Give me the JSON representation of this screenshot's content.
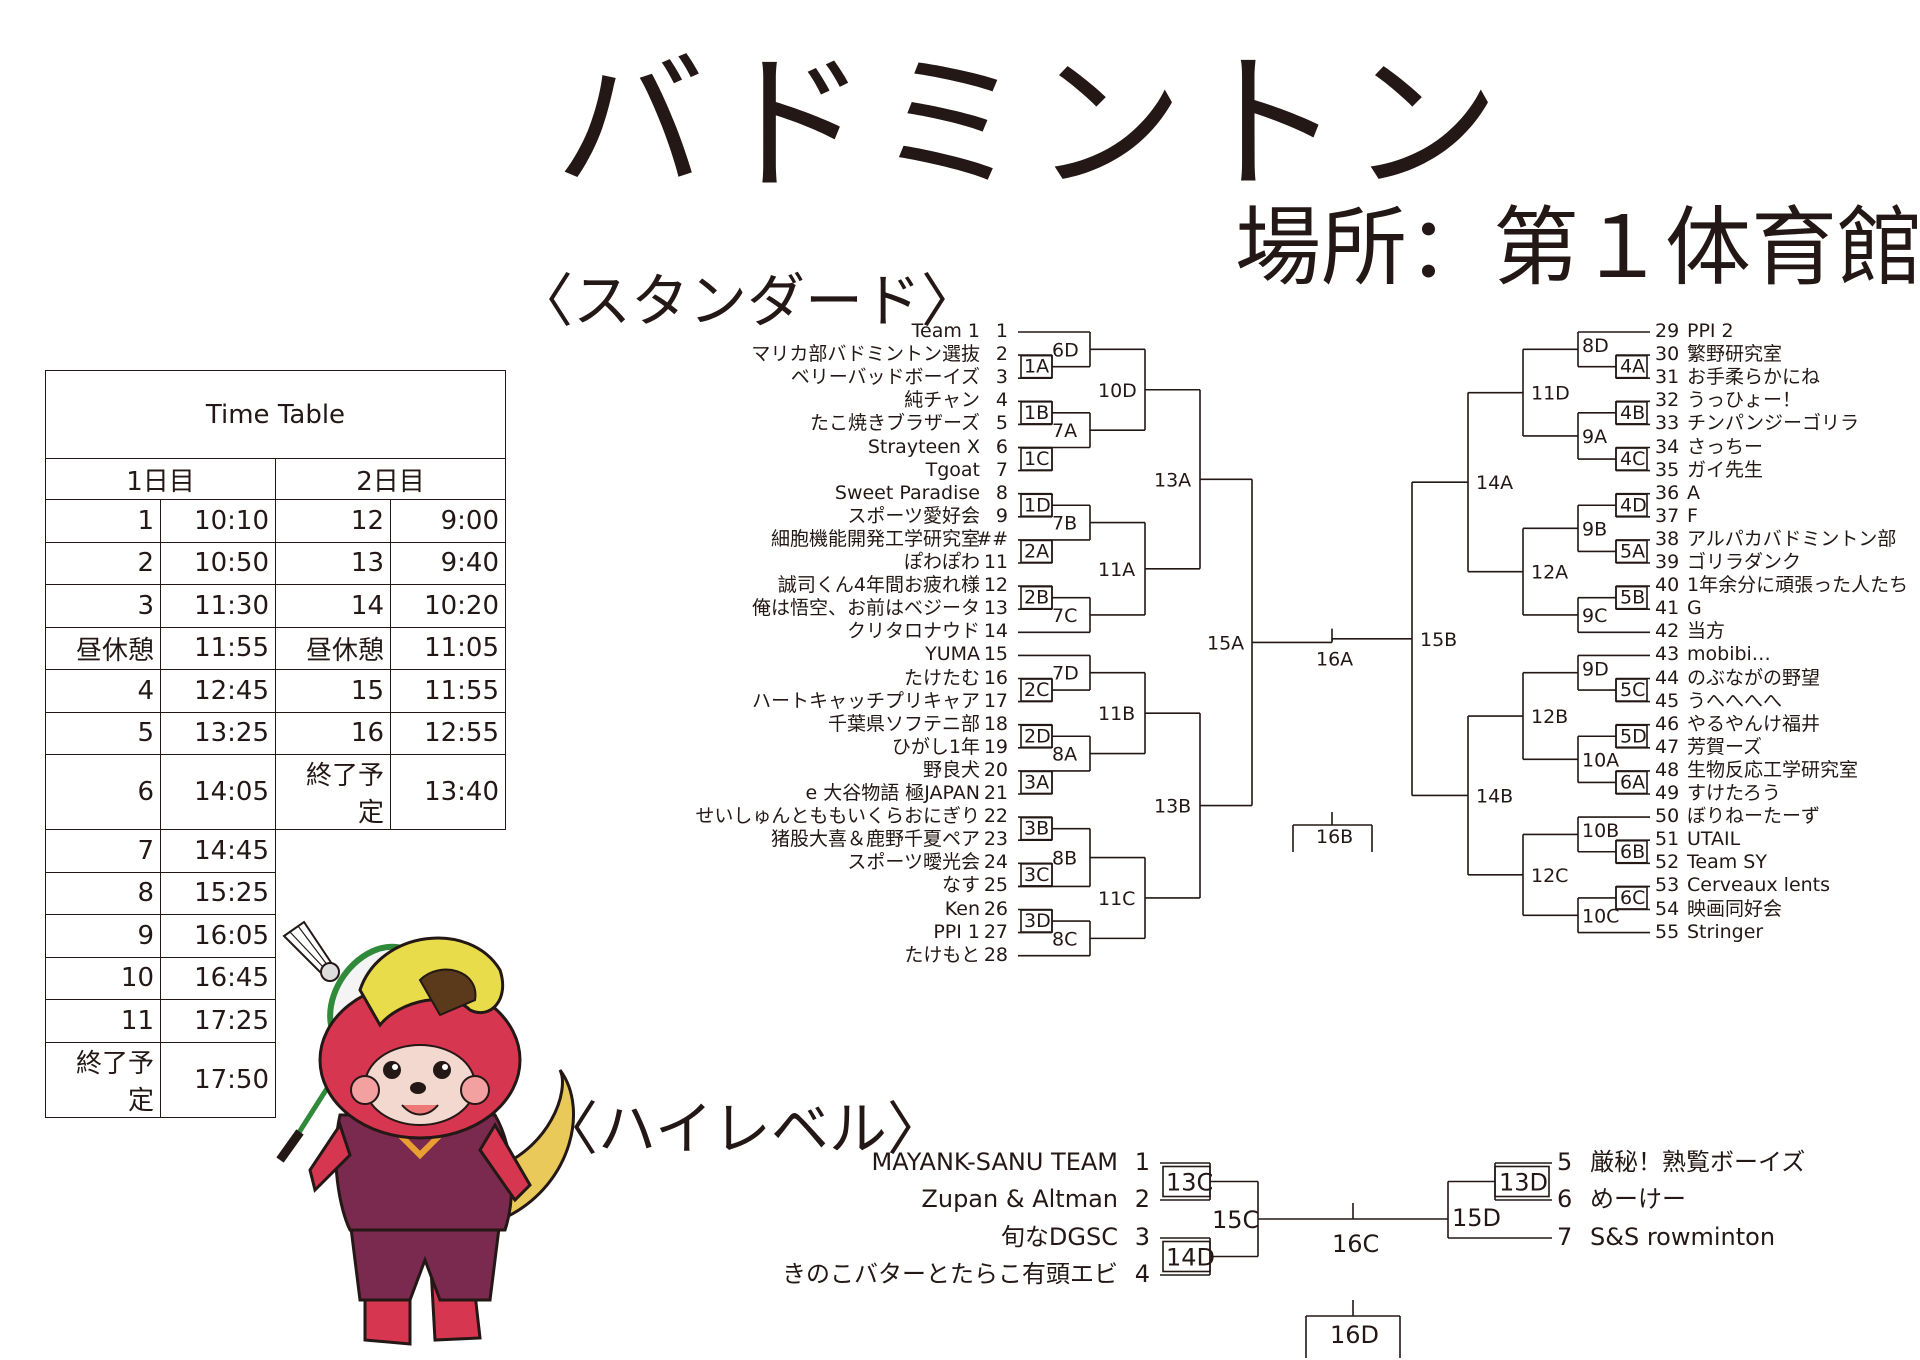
{
  "title": "バドミントン",
  "venue": "場所：第１体育館",
  "standard_title": "〈スタンダード〉",
  "highlevel_title": "〈ハイレベル〉",
  "timetable": {
    "heading": "Time Table",
    "day1": "1日目",
    "day2": "2日目",
    "rows": [
      {
        "a": "1",
        "b": "10:10",
        "c": "12",
        "d": "9:00"
      },
      {
        "a": "2",
        "b": "10:50",
        "c": "13",
        "d": "9:40"
      },
      {
        "a": "3",
        "b": "11:30",
        "c": "14",
        "d": "10:20"
      },
      {
        "a": "昼休憩",
        "b": "11:55",
        "c": "昼休憩",
        "d": "11:05"
      },
      {
        "a": "4",
        "b": "12:45",
        "c": "15",
        "d": "11:55"
      },
      {
        "a": "5",
        "b": "13:25",
        "c": "16",
        "d": "12:55"
      },
      {
        "a": "6",
        "b": "14:05",
        "c": "終了予定",
        "d": "13:40"
      },
      {
        "a": "7",
        "b": "14:45"
      },
      {
        "a": "8",
        "b": "15:25"
      },
      {
        "a": "9",
        "b": "16:05"
      },
      {
        "a": "10",
        "b": "16:45"
      },
      {
        "a": "11",
        "b": "17:25"
      },
      {
        "a": "終了予定",
        "b": "17:50"
      }
    ]
  },
  "standard_left": [
    {
      "name": "Team 1",
      "seed": "1"
    },
    {
      "name": "マリカ部バドミントン選抜",
      "seed": "2"
    },
    {
      "name": "ベリーバッドボーイズ",
      "seed": "3"
    },
    {
      "name": "純チャン",
      "seed": "4"
    },
    {
      "name": "たこ焼きブラザーズ",
      "seed": "5"
    },
    {
      "name": "Strayteen X",
      "seed": "6"
    },
    {
      "name": "Tgoat",
      "seed": "7"
    },
    {
      "name": "Sweet Paradise",
      "seed": "8"
    },
    {
      "name": "スポーツ愛好会",
      "seed": "9"
    },
    {
      "name": "細胞機能開発工学研究室",
      "seed": "##"
    },
    {
      "name": "ぽわぽわ",
      "seed": "11"
    },
    {
      "name": "誠司くん4年間お疲れ様",
      "seed": "12"
    },
    {
      "name": "俺は悟空、お前はベジータ",
      "seed": "13"
    },
    {
      "name": "クリタロナウド",
      "seed": "14"
    },
    {
      "name": "YUMA",
      "seed": "15"
    },
    {
      "name": "たけたむ",
      "seed": "16"
    },
    {
      "name": "ハートキャッチプリキャア",
      "seed": "17"
    },
    {
      "name": "千葉県ソフテニ部",
      "seed": "18"
    },
    {
      "name": "ひがし1年",
      "seed": "19"
    },
    {
      "name": "野良犬",
      "seed": "20"
    },
    {
      "name": "e 大谷物語 極JAPAN",
      "seed": "21"
    },
    {
      "name": "せいしゅんとももいくらおにぎり",
      "seed": "22"
    },
    {
      "name": "猪股大喜＆鹿野千夏ペア",
      "seed": "23"
    },
    {
      "name": "スポーツ曖光会",
      "seed": "24"
    },
    {
      "name": "なす",
      "seed": "25"
    },
    {
      "name": "Ken",
      "seed": "26"
    },
    {
      "name": "PPI 1",
      "seed": "27"
    },
    {
      "name": "たけもと",
      "seed": "28"
    }
  ],
  "standard_right": [
    {
      "seed": "29",
      "name": "PPI 2"
    },
    {
      "seed": "30",
      "name": "繁野研究室"
    },
    {
      "seed": "31",
      "name": "お手柔らかにね"
    },
    {
      "seed": "32",
      "name": "うっひょー！"
    },
    {
      "seed": "33",
      "name": "チンパンジーゴリラ"
    },
    {
      "seed": "34",
      "name": "さっちー"
    },
    {
      "seed": "35",
      "name": "ガイ先生"
    },
    {
      "seed": "36",
      "name": "A"
    },
    {
      "seed": "37",
      "name": "F"
    },
    {
      "seed": "38",
      "name": "アルパカバドミントン部"
    },
    {
      "seed": "39",
      "name": "ゴリラダンク"
    },
    {
      "seed": "40",
      "name": "1年余分に頑張った人たち"
    },
    {
      "seed": "41",
      "name": "G"
    },
    {
      "seed": "42",
      "name": "当方"
    },
    {
      "seed": "43",
      "name": "mobibi…"
    },
    {
      "seed": "44",
      "name": "のぶながの野望"
    },
    {
      "seed": "45",
      "name": "うへへへへ"
    },
    {
      "seed": "46",
      "name": "やるやんけ福井"
    },
    {
      "seed": "47",
      "name": "芳賀ーズ"
    },
    {
      "seed": "48",
      "name": "生物反応工学研究室"
    },
    {
      "seed": "49",
      "name": "すけたろう"
    },
    {
      "seed": "50",
      "name": "ぼりねーたーず"
    },
    {
      "seed": "51",
      "name": "UTAIL"
    },
    {
      "seed": "52",
      "name": "Team SY"
    },
    {
      "seed": "53",
      "name": "Cerveaux lents"
    },
    {
      "seed": "54",
      "name": "映画同好会"
    },
    {
      "seed": "55",
      "name": "Stringer"
    }
  ],
  "highlevel_left": [
    {
      "name": "MAYANK-SANU TEAM",
      "seed": "1"
    },
    {
      "name": "Zupan & Altman",
      "seed": "2"
    },
    {
      "name": "旬なDGSC",
      "seed": "3"
    },
    {
      "name": "きのこバターとたらこ有頭エビ",
      "seed": "4"
    }
  ],
  "highlevel_right": [
    {
      "seed": "5",
      "name": "厳秘！熟覧ボーイズ"
    },
    {
      "seed": "6",
      "name": "めーけー"
    },
    {
      "seed": "7",
      "name": "S&S rowminton"
    }
  ],
  "match_labels": {
    "m1A": "1A",
    "m1B": "1B",
    "m1C": "1C",
    "m1D": "1D",
    "m2A": "2A",
    "m2B": "2B",
    "m2C": "2C",
    "m2D": "2D",
    "m3A": "3A",
    "m3B": "3B",
    "m3C": "3C",
    "m3D": "3D",
    "m4A": "4A",
    "m4B": "4B",
    "m4C": "4C",
    "m4D": "4D",
    "m5A": "5A",
    "m5B": "5B",
    "m5C": "5C",
    "m5D": "5D",
    "m6A": "6A",
    "m6B": "6B",
    "m6C": "6C",
    "m6D": "6D",
    "m7A": "7A",
    "m7B": "7B",
    "m7C": "7C",
    "m7D": "7D",
    "m8A": "8A",
    "m8B": "8B",
    "m8C": "8C",
    "m8D": "8D",
    "m9A": "9A",
    "m9B": "9B",
    "m9C": "9C",
    "m9D": "9D",
    "m10A": "10A",
    "m10B": "10B",
    "m10C": "10C",
    "m10D": "10D",
    "m11A": "11A",
    "m11B": "11B",
    "m11C": "11C",
    "m11D": "11D",
    "m12A": "12A",
    "m12B": "12B",
    "m12C": "12C",
    "m13A": "13A",
    "m13B": "13B",
    "m14A": "14A",
    "m14B": "14B",
    "m15A": "15A",
    "m15B": "15B",
    "m16A": "16A",
    "m16B": "16B",
    "m13C": "13C",
    "m14D": "14D",
    "m15C": "15C",
    "m13D": "13D",
    "m15D": "15D",
    "m16C": "16C",
    "m16D": "16D"
  }
}
